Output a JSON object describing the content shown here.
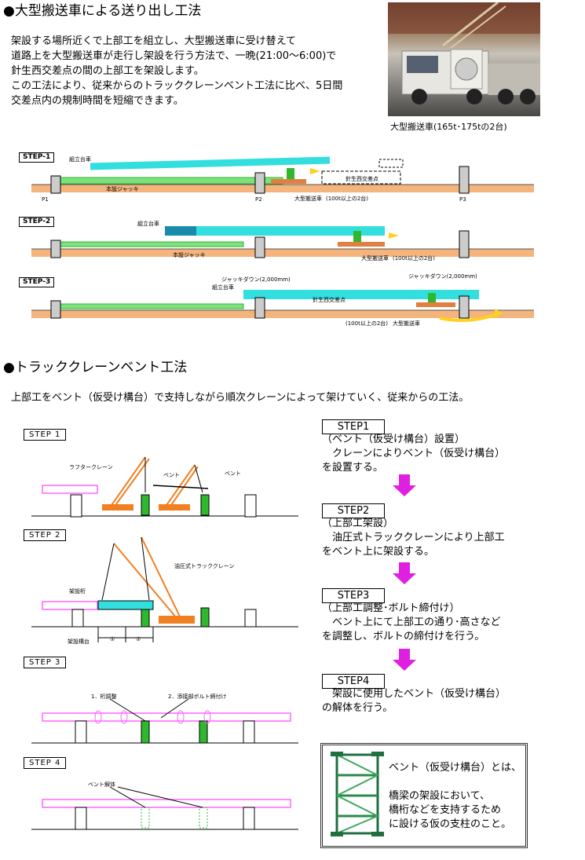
{
  "section1": {
    "bullet": "●",
    "title": "大型搬送車による送り出し工法",
    "paragraph": [
      "架設する場所近くで上部工を組立し、大型搬送車に受け替えて",
      "道路上を大型搬送車が走行し架設を行う方法で、一晩(21:00～6:00)で",
      "針生西交差点の間の上部工を架設します。",
      "この工法により、従来からのトラッククレーンベント工法に比べ、5日間",
      "交差点内の規制時間を短縮できます。"
    ],
    "photo_caption": "大型搬送車(165t･175tの2台)",
    "steps": [
      {
        "tag": "STEP-1",
        "labels": [
          "組立台車",
          "本設ジャッキ",
          "大型搬送車",
          "針生西交差点",
          "(100t以上の2台)"
        ]
      },
      {
        "tag": "STEP-2",
        "labels": [
          "組立台車",
          "本設ジャッキ",
          "大型搬送車",
          "(100t以上の2台)"
        ]
      },
      {
        "tag": "STEP-3",
        "labels": [
          "ジャッキダウン(2,000mm)",
          "組立台車",
          "針生西交差点",
          "(100t以上の2台)",
          "大型搬送車",
          "ジャッキダウン(2,000mm)"
        ]
      }
    ],
    "piers": [
      "P1",
      "P2",
      "P3"
    ]
  },
  "section2": {
    "bullet": "●",
    "title": "トラッククレーンベント工法",
    "intro": "上部工をベント（仮受け構台）で支持しながら順次クレーンによって架けていく、従来からの工法。",
    "diagram_tags": [
      "STEP 1",
      "STEP 2",
      "STEP 3",
      "STEP 4"
    ],
    "diagram_labels": {
      "crawler": "ラフタークレーン",
      "bent1": "ベント",
      "bent2": "ベント",
      "truck_crane": "油圧式トラッククレーン",
      "girder": "架設桁",
      "ground": "架設構台",
      "adjust": "1．桁調整",
      "bolt": "2．添接部ボルト締付け",
      "bent_remove": "ベント解体",
      "circle1": "①",
      "circle2": "②"
    },
    "steps": [
      {
        "label": "STEP1",
        "lines": [
          "（ベント（仮受け構台）設置）",
          "　クレーンによりベント（仮受け構台）",
          "を設置する。"
        ]
      },
      {
        "label": "STEP2",
        "lines": [
          "（上部工架設）",
          "　油圧式トラッククレーンにより上部工",
          "をベント上に架設する。"
        ]
      },
      {
        "label": "STEP3",
        "lines": [
          "（上部工調整･ボルト締付け）",
          "　ベント上にて上部工の通り･高さなど",
          "を調整し、ボルトの締付けを行う。"
        ]
      },
      {
        "label": "STEP4",
        "lines": [
          "　架設に使用したベント（仮受け構台）",
          "の解体を行う。"
        ]
      }
    ],
    "note_lines": [
      "ベント（仮受け構台）とは、",
      "",
      "橋梁の架設において、",
      "橋桁などを支持するため",
      "に設ける仮の支柱のこと。"
    ]
  },
  "colors": {
    "girder": "#33dede",
    "pink": "#ff66ff",
    "ground": "#f4b47c",
    "crane": "#f08020",
    "green": "#2eb82e",
    "arrow": "#e020e0"
  }
}
